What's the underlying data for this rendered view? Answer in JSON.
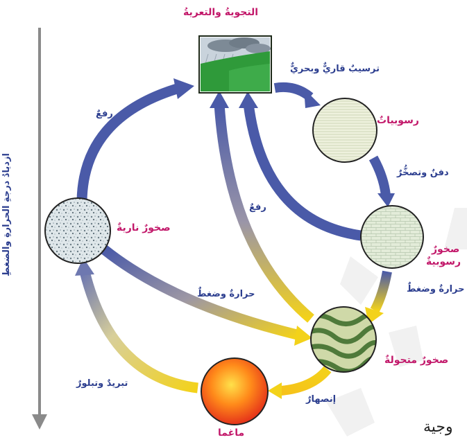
{
  "nodes": {
    "weathering": "التجويةُ والتعريةُ",
    "sediments": "رسوبياتٌ",
    "sedimentary_line1": "صخورٌ",
    "sedimentary_line2": "رسوبيةٌ",
    "igneous": "صخورٌ ناريةٌ",
    "metamorphic": "صخورٌ متحولةٌ",
    "magma": "ماغما"
  },
  "processes": {
    "deposition": "ترسيبٌ قاريٌّ وبحريٌّ",
    "burial": "دفنٌ وتصخُّرٌ",
    "uplift_left": "رفعٌ",
    "uplift_center": "رفعٌ",
    "heat_pressure_left": "حرارةٌ وضغطٌ",
    "heat_pressure_right": "حرارةٌ وضغطٌ",
    "melting": "إنصهارٌ",
    "cooling": "تبريدٌ وتبلورٌ"
  },
  "axis_label": "ازديادُ درجةِ الحرارةِ والضغطِ",
  "corner_text": "وجية",
  "colors": {
    "arrow_blue": "#4a5aa8",
    "arrow_yellow": "#f3d21a",
    "label_pink": "#c2186a",
    "label_blue": "#2c3e8f"
  }
}
